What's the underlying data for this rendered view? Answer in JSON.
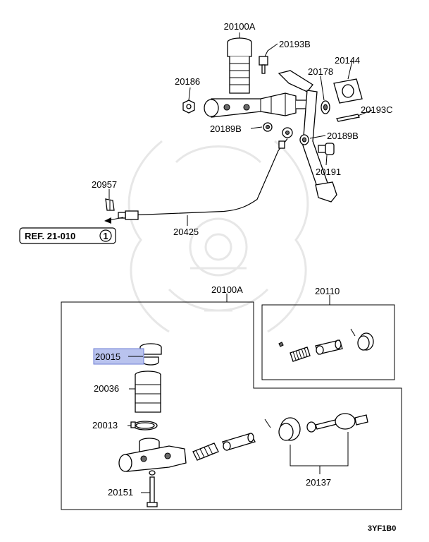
{
  "diagram": {
    "labels": {
      "p20100A_top": "20100A",
      "p20193B": "20193B",
      "p20144": "20144",
      "p20186": "20186",
      "p20178": "20178",
      "p20193C": "20193C",
      "p20189B_left": "20189B",
      "p20189B_right": "20189B",
      "p20191": "20191",
      "p20957": "20957",
      "p20425": "20425",
      "p20100A_box": "20100A",
      "p20110": "20110",
      "p20015": "20015",
      "p20036": "20036",
      "p20013": "20013",
      "p20151": "20151",
      "p20137": "20137"
    },
    "reference": {
      "text": "REF. 21-010",
      "circle_number": "1"
    },
    "drawing_code": "3YF1B0",
    "highlighted_part": "20015",
    "colors": {
      "highlight_fill": "#b9c3ee",
      "highlight_stroke": "#6f7fd6",
      "watermark": "#e7e7e7",
      "line": "#000000"
    }
  }
}
